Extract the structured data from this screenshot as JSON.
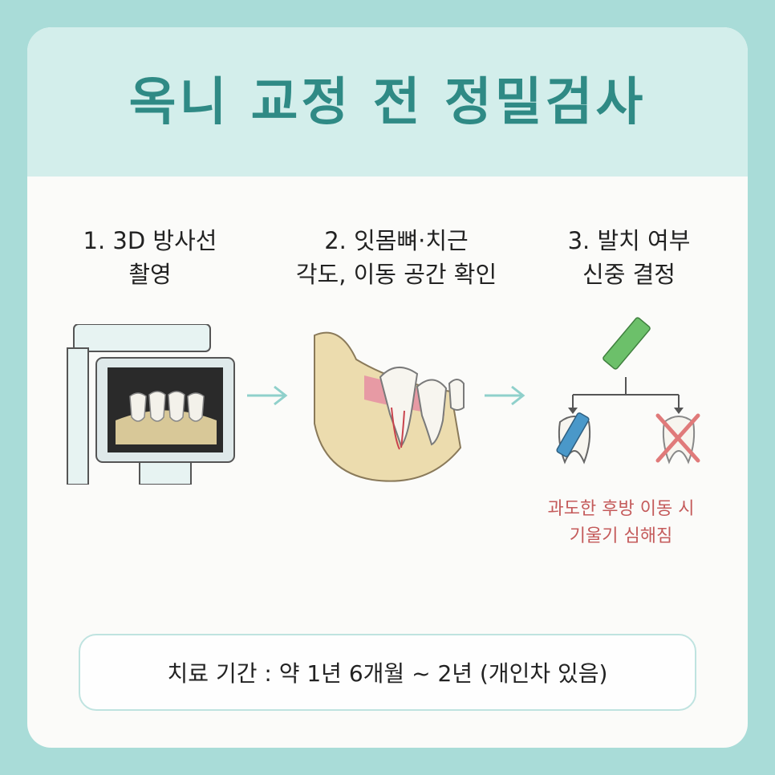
{
  "title": "옥니 교정 전 정밀검사",
  "steps": [
    {
      "line1": "1. 3D 방사선",
      "line2": "촬영",
      "illustration": "panoramic-xray-machine-icon"
    },
    {
      "line1": "2. 잇몸뼈·치근",
      "line2": "각도, 이동 공간 확인",
      "illustration": "jaw-bone-cross-section-icon"
    },
    {
      "line1": "3. 발치 여부",
      "line2": "신중 결정",
      "illustration": "extraction-decision-icon"
    }
  ],
  "note": {
    "line1": "과도한 후방 이동 시",
    "line2": "기울기 심해짐"
  },
  "duration": "치료 기간 : 약 1년 6개월 ~ 2년 (개인차 있음)",
  "colors": {
    "background": "#a9dcd8",
    "header": "#d3eeeb",
    "title": "#2f8a85",
    "arrow": "#8fd0cb",
    "note": "#c45a5a",
    "cross": "#e07a7a",
    "crayon": "#6cc06a"
  }
}
